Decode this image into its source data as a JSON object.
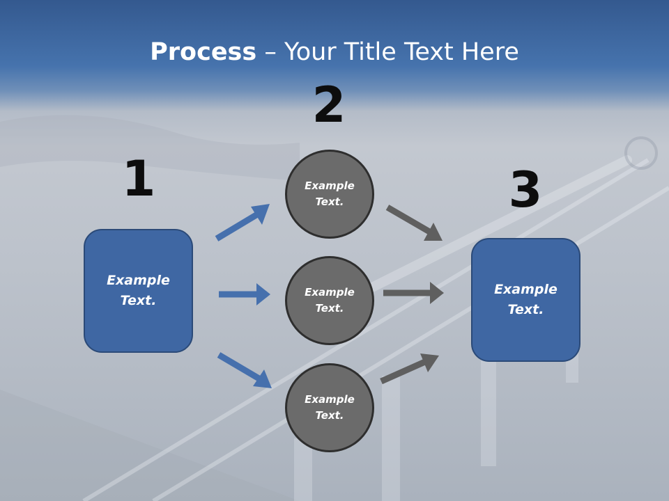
{
  "title": {
    "bold": "Process",
    "rest": " – Your Title Text Here"
  },
  "steps": {
    "step1": {
      "number": "1",
      "label_line1": "Example",
      "label_line2": "Text."
    },
    "step2": {
      "number": "2",
      "label_line1": "Example",
      "label_line2": "Text."
    },
    "step3": {
      "number": "3",
      "label_line1": "Example",
      "label_line2": "Text."
    }
  },
  "circles": [
    {
      "line1": "Example",
      "line2": "Text."
    },
    {
      "line1": "Example",
      "line2": "Text."
    },
    {
      "line1": "Example",
      "line2": "Text."
    }
  ],
  "colors": {
    "box_fill": "#3f67a3",
    "circle_fill": "#6b6b6b",
    "blue_arrow": "#4670ad",
    "gray_arrow": "#5f5f5f"
  }
}
